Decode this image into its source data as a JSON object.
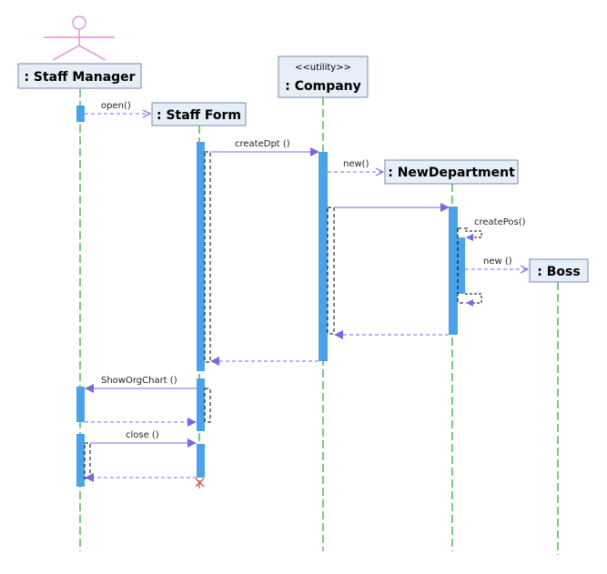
{
  "participants": {
    "staff_manager": {
      "label": ": Staff Manager"
    },
    "staff_form": {
      "label": ": Staff Form"
    },
    "company": {
      "label": ": Company",
      "stereotype": "<<utility>>"
    },
    "new_department": {
      "label": ": NewDepartment"
    },
    "boss": {
      "label": ": Boss"
    }
  },
  "messages": {
    "open": "open()",
    "create_dpt": "createDpt ()",
    "new_dept": "new()",
    "create_pos": "createPos()",
    "new_boss": "new ()",
    "show_org_chart": "ShowOrgChart ()",
    "close": "close ()"
  },
  "colors": {
    "lifeline": "#2ea02e",
    "activation": "#4aa3e8",
    "box_fill": "#e6eef8",
    "message": "#7a68e0",
    "return": "#7a68e0",
    "actor": "#e090d8",
    "destroy": "#e05050"
  }
}
